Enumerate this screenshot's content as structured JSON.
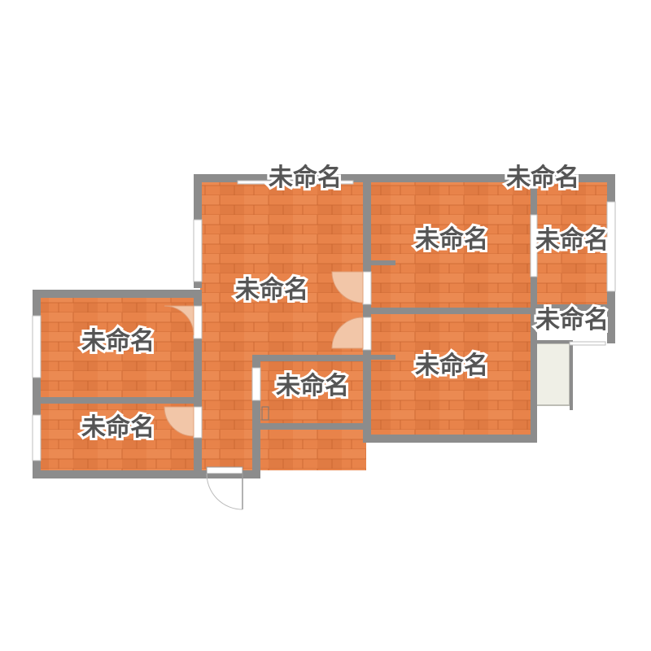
{
  "floorplan": {
    "colors": {
      "wall": "#8c8c8c",
      "floor": "#e8834a",
      "floor_dark": "#d96f36",
      "plank_line": "#c8652f",
      "window": "#ffffff",
      "door_arc": "#f2c6a8",
      "balcony": "#efefe6",
      "label_text": "#555555",
      "label_halo": "#ffffff"
    },
    "rooms": [
      {
        "id": "top-hall",
        "label": "未命名"
      },
      {
        "id": "living-room",
        "label": "未命名"
      },
      {
        "id": "bedroom-ne",
        "label": "未命名"
      },
      {
        "id": "small-room-ne",
        "label": "未命名"
      },
      {
        "id": "top-right-room",
        "label": "未命名"
      },
      {
        "id": "west-room-1",
        "label": "未命名"
      },
      {
        "id": "west-room-2",
        "label": "未命名"
      },
      {
        "id": "small-center",
        "label": "未命名"
      },
      {
        "id": "bedroom-se",
        "label": "未命名"
      },
      {
        "id": "balcony",
        "label": "未命名"
      }
    ]
  }
}
